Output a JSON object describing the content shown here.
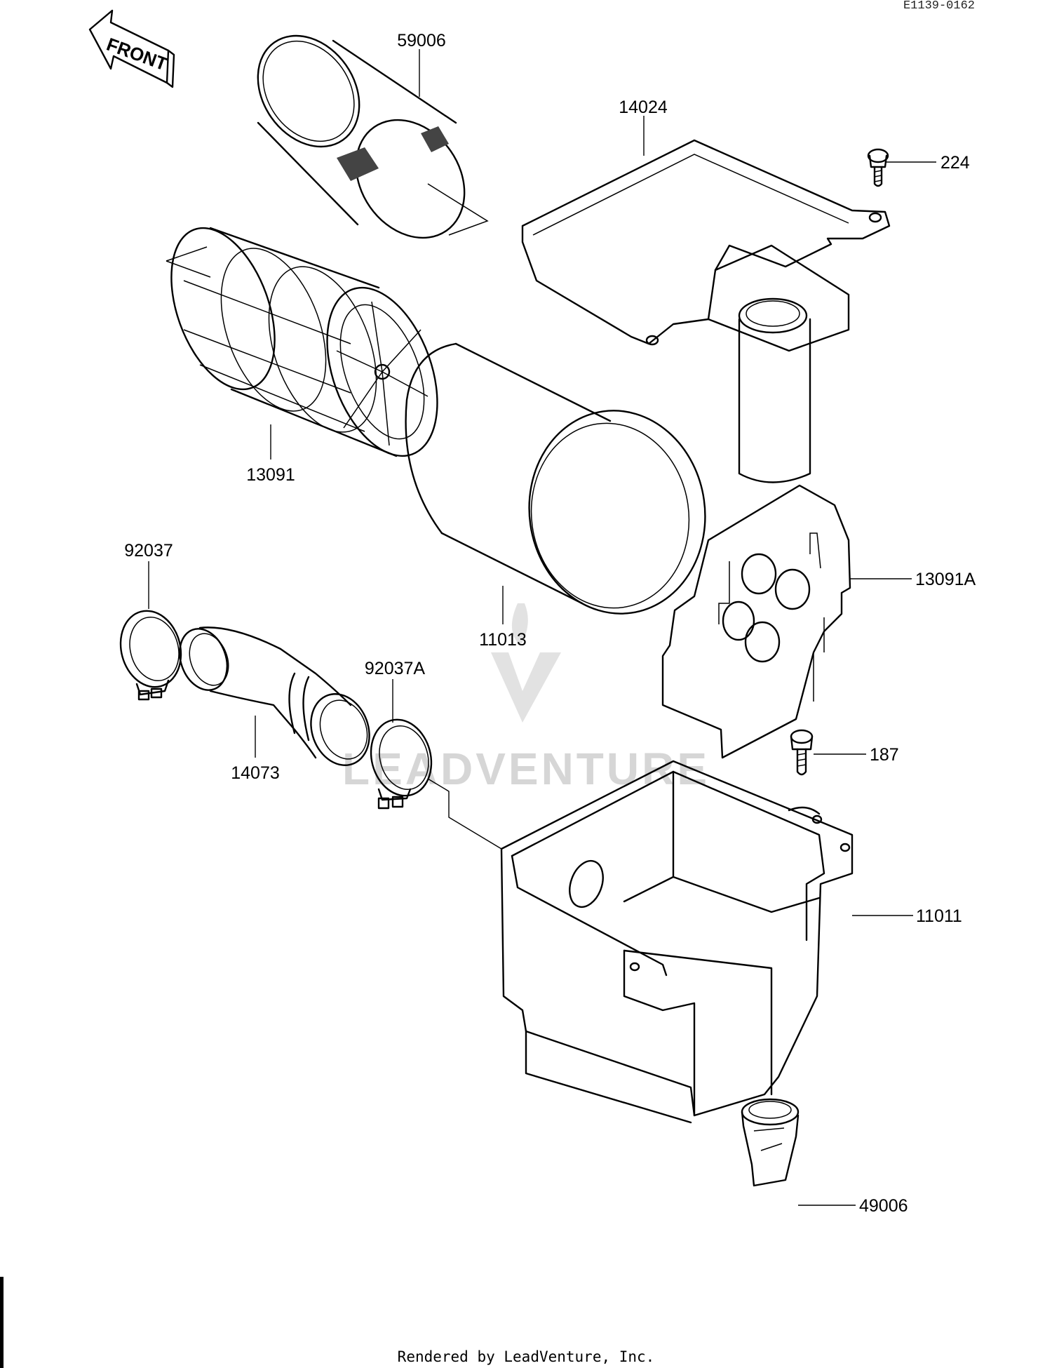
{
  "diagram": {
    "reference_code": "E1139-0162",
    "front_label": "FRONT",
    "watermark_text": "LEADVENTURE",
    "footer": "Rendered by LeadVenture, Inc."
  },
  "callouts": [
    {
      "id": "59006",
      "label": "59006"
    },
    {
      "id": "14024",
      "label": "14024"
    },
    {
      "id": "224",
      "label": "224"
    },
    {
      "id": "13091",
      "label": "13091"
    },
    {
      "id": "92037",
      "label": "92037"
    },
    {
      "id": "13091A",
      "label": "13091A"
    },
    {
      "id": "11013",
      "label": "11013"
    },
    {
      "id": "92037A",
      "label": "92037A"
    },
    {
      "id": "14073",
      "label": "14073"
    },
    {
      "id": "187",
      "label": "187"
    },
    {
      "id": "11011",
      "label": "11011"
    },
    {
      "id": "49006",
      "label": "49006"
    }
  ],
  "colors": {
    "line": "#000000",
    "background": "#ffffff",
    "watermark": "#d6d6d6"
  }
}
